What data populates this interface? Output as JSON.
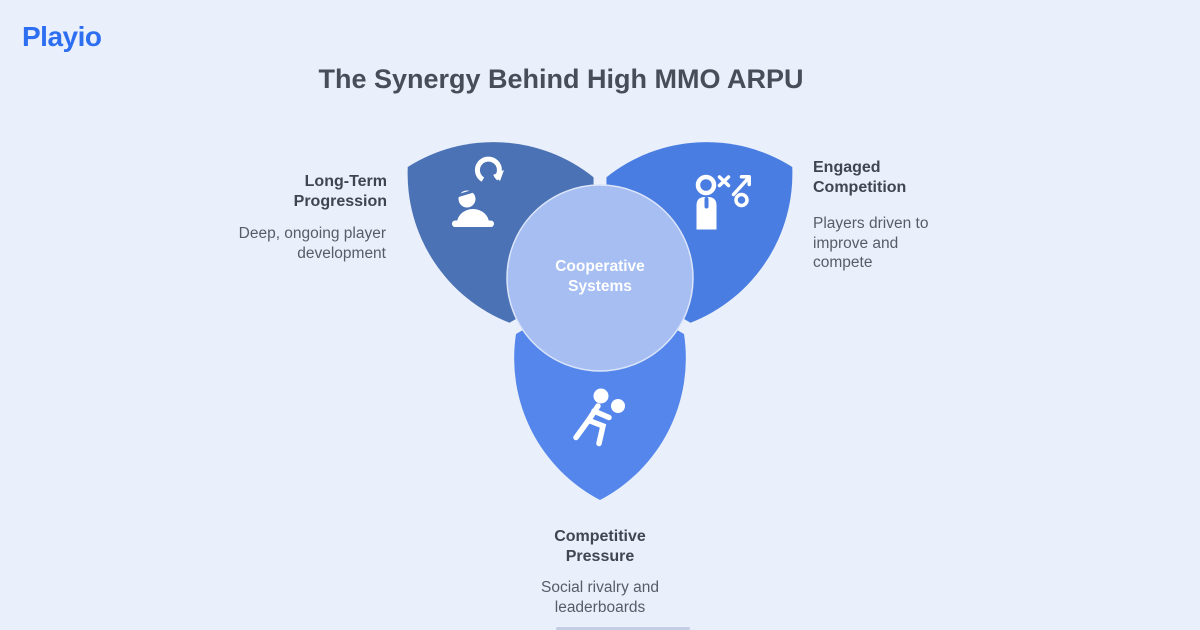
{
  "brand": {
    "logo_text": "Playio"
  },
  "header": {
    "title": "The Synergy Behind High MMO ARPU"
  },
  "center": {
    "label": "Cooperative Systems"
  },
  "petals": [
    {
      "id": "long-term-progression",
      "heading": "Long-Term Progression",
      "description": "Deep, ongoing player development",
      "color": "#4a72b4",
      "icon": "person-growth-icon",
      "position": "left"
    },
    {
      "id": "engaged-competition",
      "heading": "Engaged Competition",
      "description": "Players driven to improve and compete",
      "color": "#4a7de2",
      "icon": "strategy-play-icon",
      "position": "right"
    },
    {
      "id": "competitive-pressure",
      "heading": "Competitive Pressure",
      "description": "Social rivalry and leaderboards",
      "color": "#5486ec",
      "icon": "running-player-icon",
      "position": "bottom"
    }
  ],
  "colors": {
    "background": "#eaf0fb",
    "logo": "#2e6ff2",
    "center_circle": "#a6bef2",
    "center_circle_border": "#dbe5fa",
    "title_text": "#474d59",
    "heading_text": "#3f4551",
    "body_text": "#565c68",
    "icon": "#ffffff"
  }
}
